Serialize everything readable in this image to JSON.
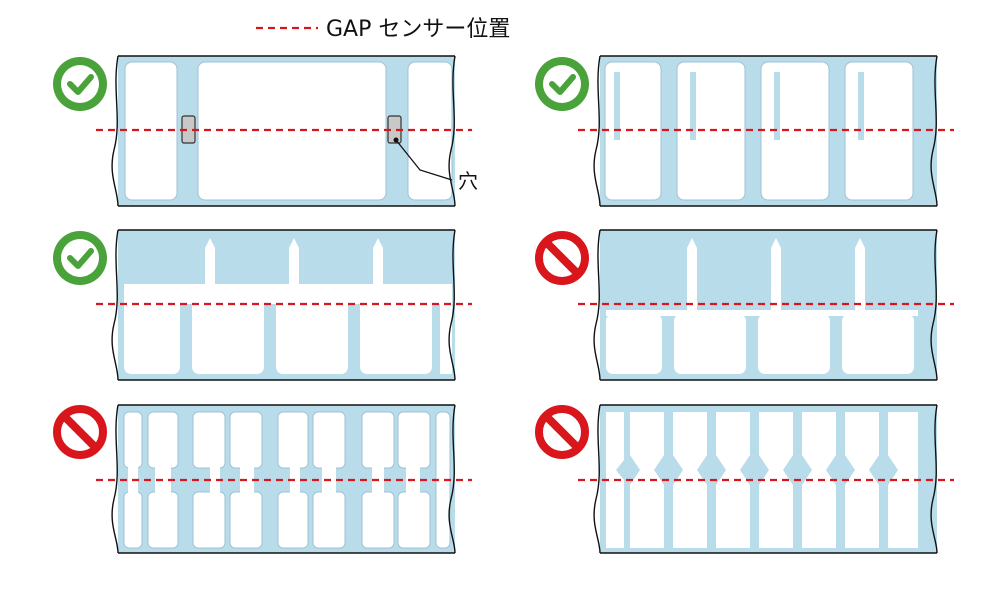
{
  "legend": {
    "line_label": "GAP センサー位置",
    "line_color": "#d9161c"
  },
  "hole_callout": {
    "label": "穴"
  },
  "colors": {
    "ok": "#4aa33a",
    "ng": "#d9161c",
    "liner": "#b9dcea",
    "label": "#ffffff"
  },
  "panels": [
    {
      "id": "p1",
      "status": "ok",
      "icon": "check-icon",
      "pattern": "holes"
    },
    {
      "id": "p2",
      "status": "ok",
      "icon": "check-icon",
      "pattern": "notched-labels"
    },
    {
      "id": "p3",
      "status": "ok",
      "icon": "check-icon",
      "pattern": "t-labels-gap-on-sensor"
    },
    {
      "id": "p4",
      "status": "ng",
      "icon": "prohibited-icon",
      "pattern": "t-labels-gap-off-sensor"
    },
    {
      "id": "p5",
      "status": "ng",
      "icon": "prohibited-icon",
      "pattern": "small-labels-irregular-gap"
    },
    {
      "id": "p6",
      "status": "ng",
      "icon": "prohibited-icon",
      "pattern": "waisted-labels"
    }
  ]
}
